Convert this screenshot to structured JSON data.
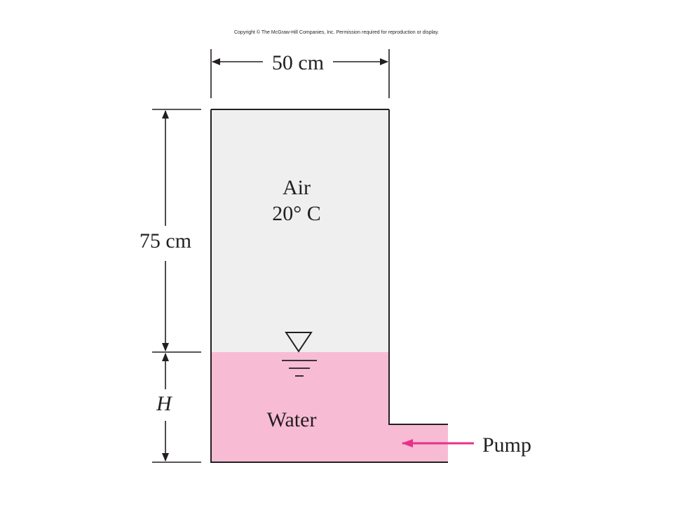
{
  "copyright": "Copyright © The McGraw-Hill Companies, Inc. Permission required for reproduction or display.",
  "labels": {
    "width": "50 cm",
    "height_air": "75 cm",
    "height_water": "H",
    "air_line1": "Air",
    "air_line2": "20° C",
    "water": "Water",
    "pump": "Pump"
  },
  "colors": {
    "air_fill": "#efefef",
    "water_fill": "#f7bcd3",
    "pump_arrow": "#e8318a",
    "outline": "#231f20"
  }
}
